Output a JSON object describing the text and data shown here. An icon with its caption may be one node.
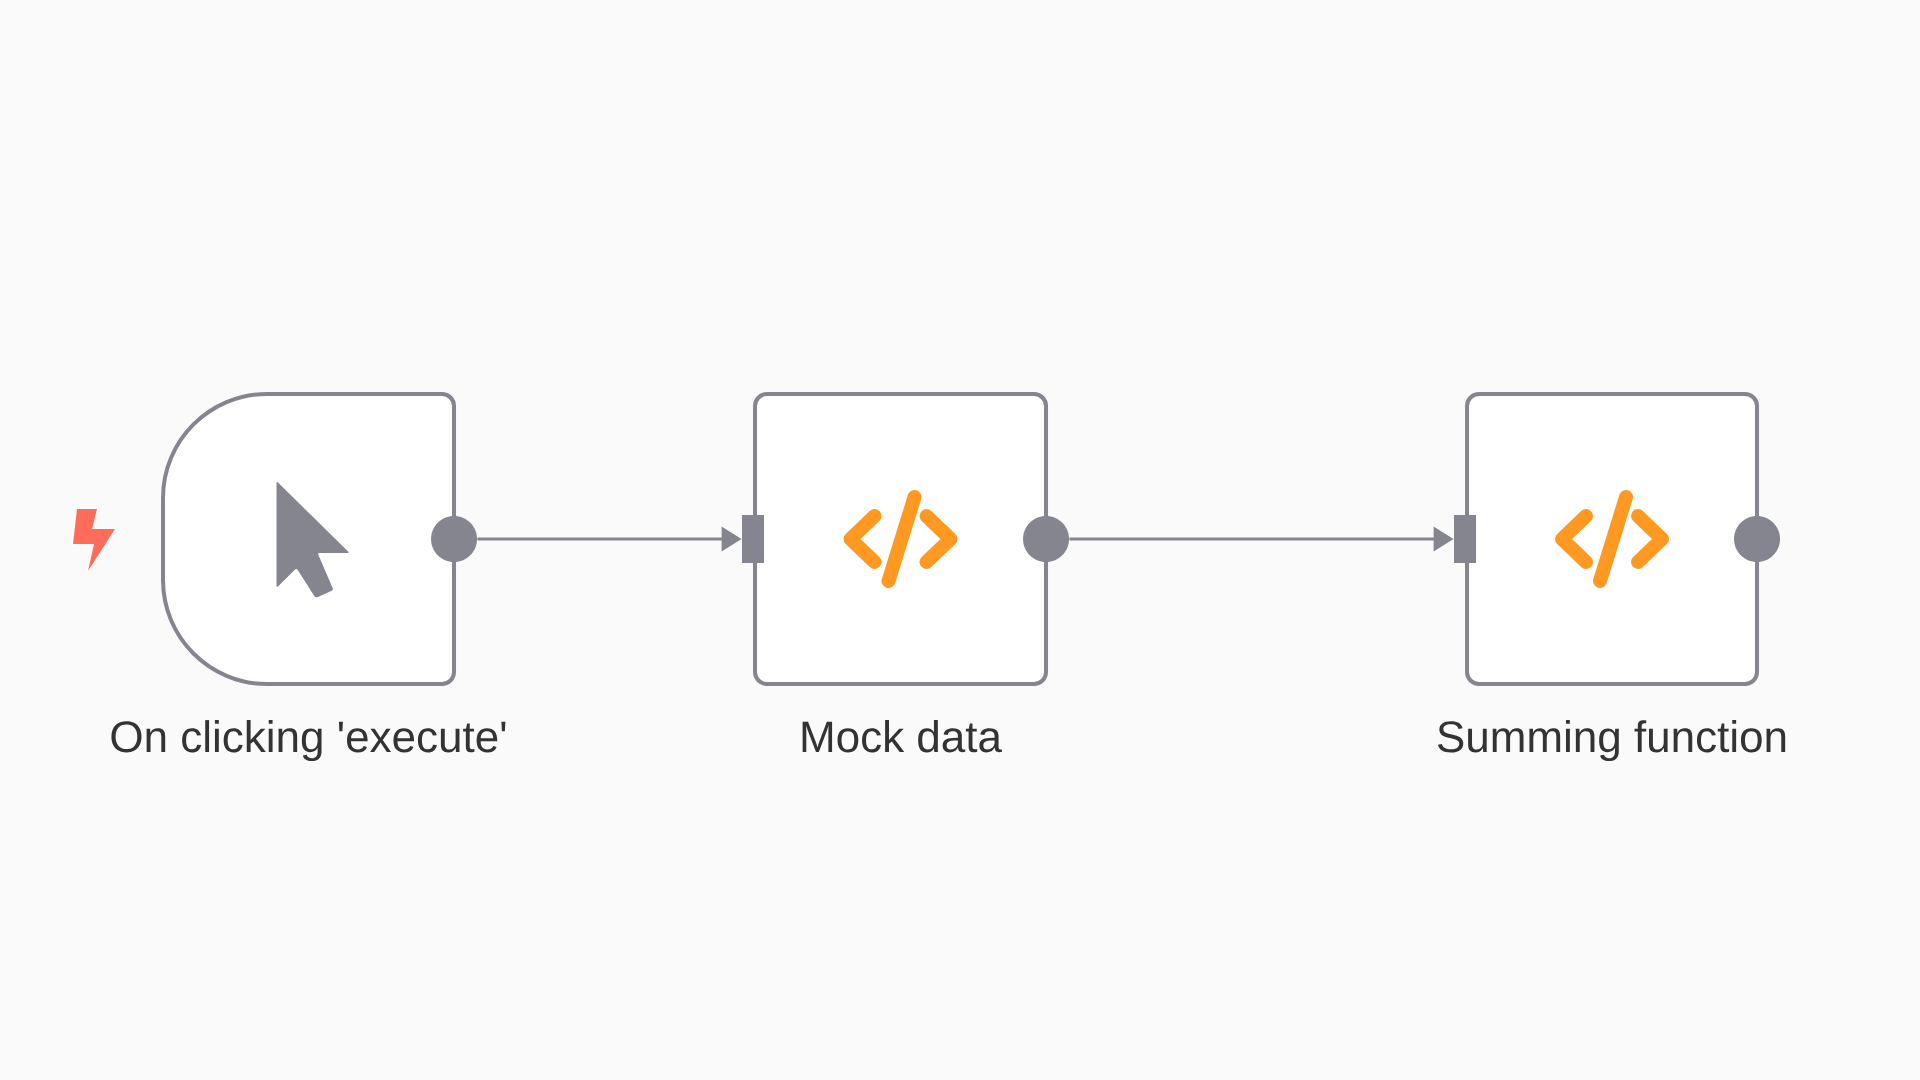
{
  "diagram": {
    "nodes": [
      {
        "text": [
          "On clicking 'execute'"
        ]
      },
      {
        "text": [
          "Mock data"
        ]
      },
      {
        "text": [
          "Summing function"
        ]
      }
    ],
    "edges": [
      {
        "from": 0,
        "to": 1,
        "arrow": "to"
      },
      {
        "from": 1,
        "to": 2,
        "arrow": "to"
      }
    ]
  }
}
